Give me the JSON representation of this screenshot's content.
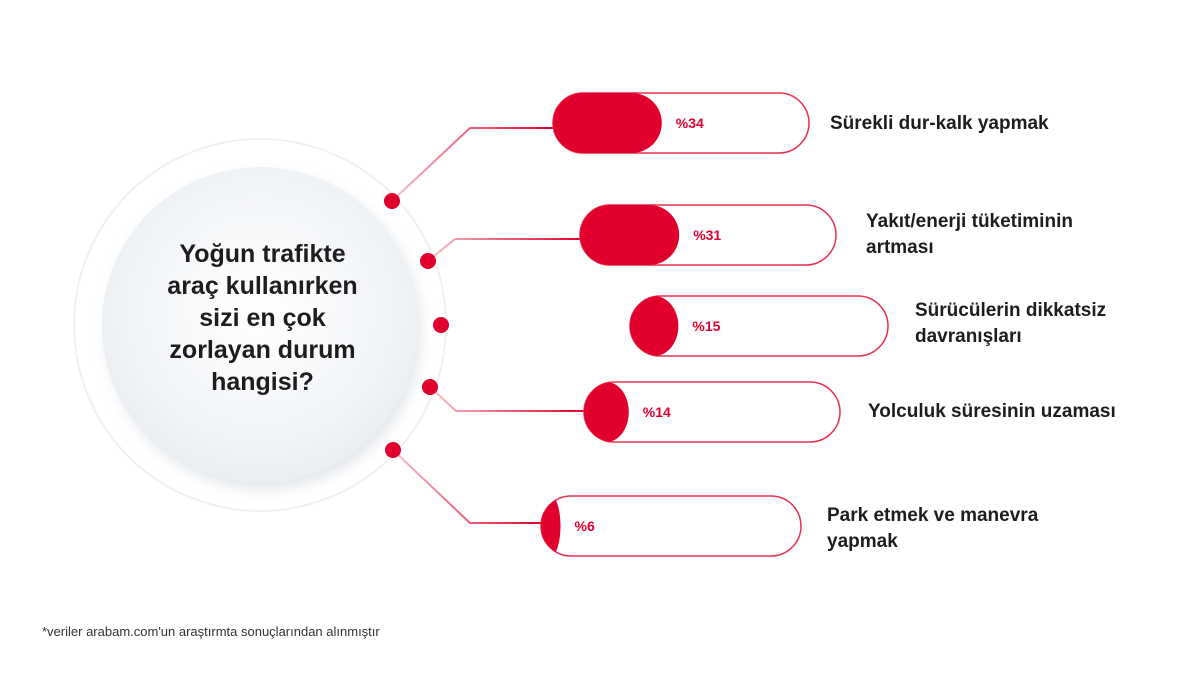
{
  "question": "Yoğun trafikte\naraç kullanırken\nsizi en çok\nzorlayan durum\nhangisi?",
  "footnote": "*veriler arabam.com'un araştırmta sonuçlarından alınmıştır",
  "colors": {
    "accent": "#e1002d",
    "text": "#1d1d1f",
    "track_border": "#e7304f",
    "circle": "#eef2f5"
  },
  "chart_data": {
    "type": "bar",
    "orientation": "horizontal",
    "value_format": "%{v}",
    "xlim": [
      0,
      100
    ],
    "categories": [
      "Sürekli dur-kalk yapmak",
      "Yakıt/enerji tüketiminin\nartması",
      "Sürücülerin dikkatsiz\ndavranışları",
      "Yolculuk süresinin uzaması",
      "Park etmek ve manevra\nyapmak"
    ],
    "values": [
      34,
      31,
      15,
      14,
      6
    ],
    "value_labels": [
      "%34",
      "%31",
      "%15",
      "%14",
      "%6"
    ]
  }
}
